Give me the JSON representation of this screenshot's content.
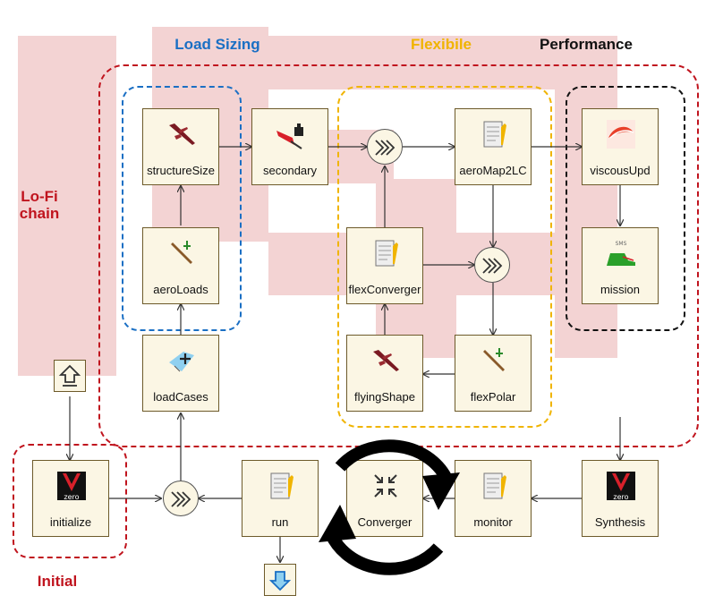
{
  "groups": {
    "load_sizing": "Load Sizing",
    "flexibile": "Flexibile",
    "performance": "Performance",
    "lofi_line1": "Lo-Fi",
    "lofi_line2": "chain",
    "initial": "Initial"
  },
  "nodes": {
    "structureSize": "structureSize",
    "secondary": "secondary",
    "aeroMap2LC": "aeroMap2LC",
    "viscousUpd": "viscousUpd",
    "aeroLoads": "aeroLoads",
    "flexConverger": "flexConverger",
    "mission": "mission",
    "loadCases": "loadCases",
    "flyingShape": "flyingShape",
    "flexPolar": "flexPolar",
    "initialize": "initialize",
    "run": "run",
    "Converger": "Converger",
    "monitor": "monitor",
    "Synthesis": "Synthesis"
  },
  "icon_text": {
    "zero1": "zero",
    "zero2": "zero",
    "sms": "SMS"
  },
  "colors": {
    "load_sizing": "#1a6fc4",
    "flexibile": "#f0b400",
    "performance": "#111111",
    "lofi": "#c0141e",
    "watermark": "#f3d3d3"
  }
}
